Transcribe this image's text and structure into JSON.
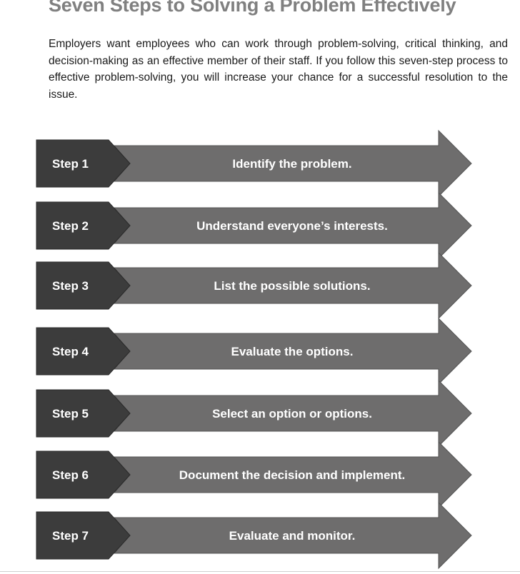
{
  "title": "Seven Steps to Solving a Problem Effectively",
  "intro": "Employers want employees who can work through problem-solving, critical thinking, and decision-making as an effective member of their staff. If you follow this seven-step process to effective problem-solving, you will increase your chance for a successful resolution to the issue.",
  "colors": {
    "step_box": "#3c3c3c",
    "arrow": "#6e6d6d",
    "arrow_edge": "#545454",
    "text": "#ffffff"
  },
  "steps": [
    {
      "label": "Step 1",
      "text": "Identify the problem."
    },
    {
      "label": "Step 2",
      "text": "Understand everyone’s interests."
    },
    {
      "label": "Step 3",
      "text": "List the possible solutions."
    },
    {
      "label": "Step 4",
      "text": "Evaluate the options."
    },
    {
      "label": "Step 5",
      "text": "Select an option or options."
    },
    {
      "label": "Step 6",
      "text": "Document the decision and implement."
    },
    {
      "label": "Step 7",
      "text": "Evaluate and monitor."
    }
  ]
}
